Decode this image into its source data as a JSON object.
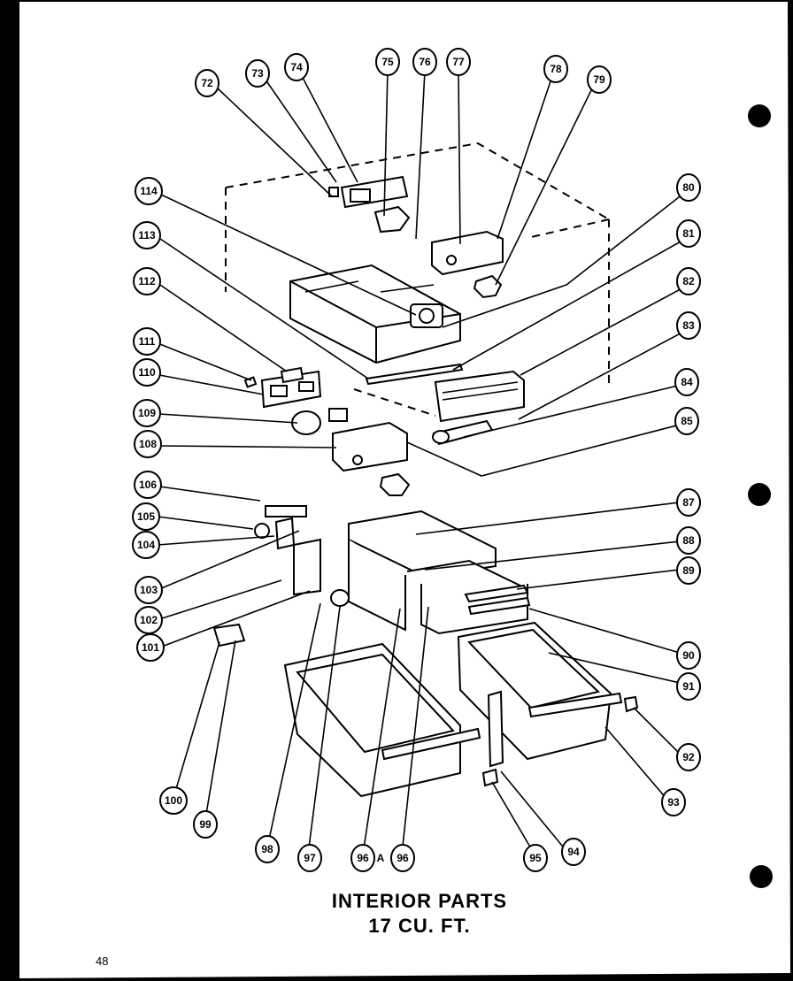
{
  "title": {
    "line1": "INTERIOR PARTS",
    "line2": "17 CU. FT."
  },
  "page_number": "48",
  "callouts": {
    "c72": "72",
    "c73": "73",
    "c74": "74",
    "c75": "75",
    "c76": "76",
    "c77": "77",
    "c78": "78",
    "c79": "79",
    "c80": "80",
    "c81": "81",
    "c82": "82",
    "c83": "83",
    "c84": "84",
    "c85": "85",
    "c87": "87",
    "c88": "88",
    "c89": "89",
    "c90": "90",
    "c91": "91",
    "c92": "92",
    "c93": "93",
    "c94": "94",
    "c95": "95",
    "c96": "96",
    "c96a": "96",
    "c96a_suffix": "A",
    "c97": "97",
    "c98": "98",
    "c99": "99",
    "c100": "100",
    "c101": "101",
    "c102": "102",
    "c103": "103",
    "c104": "104",
    "c105": "105",
    "c106": "106",
    "c108": "108",
    "c109": "109",
    "c110": "110",
    "c111": "111",
    "c112": "112",
    "c113": "113",
    "c114": "114"
  },
  "colors": {
    "paper": "#ffffff",
    "ink": "#000000",
    "background": "#000000"
  }
}
